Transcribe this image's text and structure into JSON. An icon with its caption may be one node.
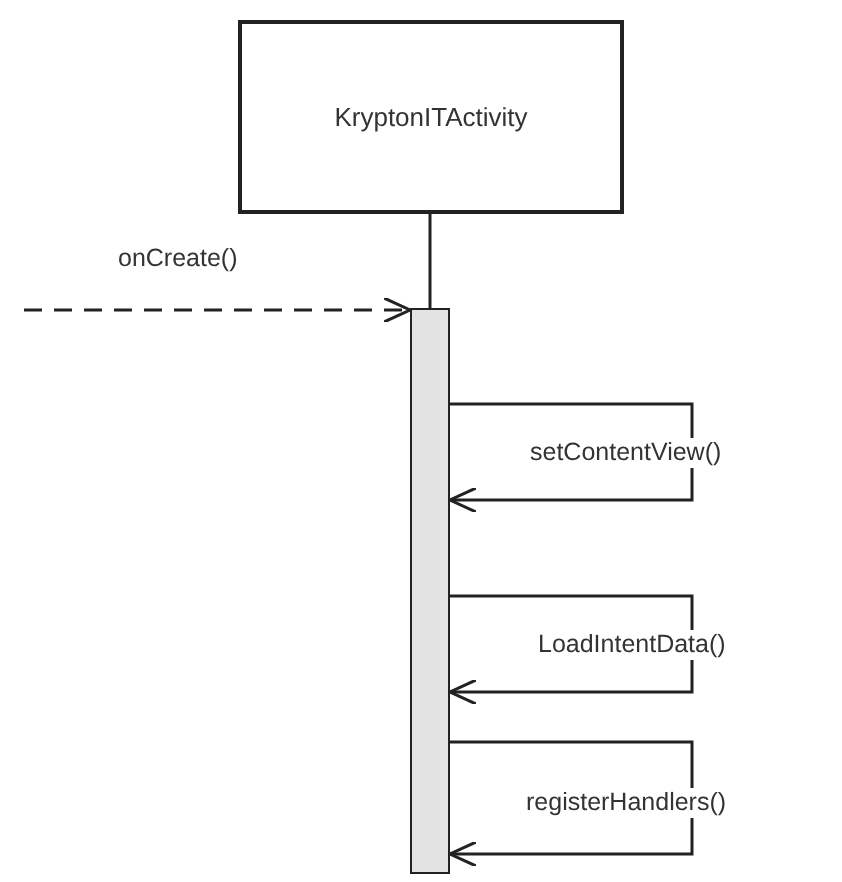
{
  "diagram": {
    "nodes": [
      {
        "text": [
          "KryptonITActivity"
        ]
      },
      {
        "text": [],
        "shape": "bar"
      }
    ],
    "edges": [
      {
        "from": 0,
        "to": 1,
        "arrow": "none"
      },
      {
        "from": null,
        "to": 1,
        "arrow": "to",
        "label": "onCreate()",
        "style": "dashed"
      },
      {
        "from": 1,
        "to": 1,
        "arrow": "to",
        "label": "setContentView()"
      },
      {
        "from": 1,
        "to": 1,
        "arrow": "to",
        "label": "LoadIntentData()"
      },
      {
        "from": 1,
        "to": 1,
        "arrow": "to",
        "label": "registerHandlers()"
      }
    ]
  }
}
